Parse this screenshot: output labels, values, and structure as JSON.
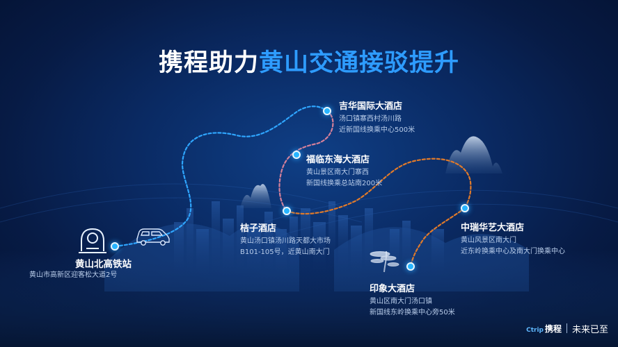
{
  "title": {
    "part1": "携程助力",
    "part2": "黄山交通接驳提升"
  },
  "stops": [
    {
      "key": "station",
      "name": "黄山北高铁站",
      "lines": [
        "黄山市高新区迎客松大道2号"
      ]
    },
    {
      "key": "juzi",
      "name": "桔子酒店",
      "lines": [
        "黄山汤口镇汤川路天都大市场",
        "B101-105号，近黄山南大门"
      ]
    },
    {
      "key": "fulin",
      "name": "福临东海大酒店",
      "lines": [
        "黄山景区南大门寨西",
        "新国线换乘总站南200米"
      ]
    },
    {
      "key": "jihua",
      "name": "吉华国际大酒店",
      "lines": [
        "汤口镇寨西村汤川路",
        "近新国线换乘中心500米"
      ]
    },
    {
      "key": "zhongrui",
      "name": "中瑞华艺大酒店",
      "lines": [
        "黄山风景区南大门",
        "近东岭换乘中心及南大门换乘中心"
      ]
    },
    {
      "key": "yinxiang",
      "name": "印象大酒店",
      "lines": [
        "黄山区南大门汤口镇",
        "新国线东岭换乘中心旁50米"
      ]
    }
  ],
  "logo": {
    "ctrip": "Ctrip",
    "brand": "携程",
    "slogan": "未来已至"
  },
  "colors": {
    "accent_blue": "#2e9cff",
    "route_orange": "#e07a2a",
    "route_blue": "#2fa6ff",
    "dot": "#27b5ff"
  }
}
